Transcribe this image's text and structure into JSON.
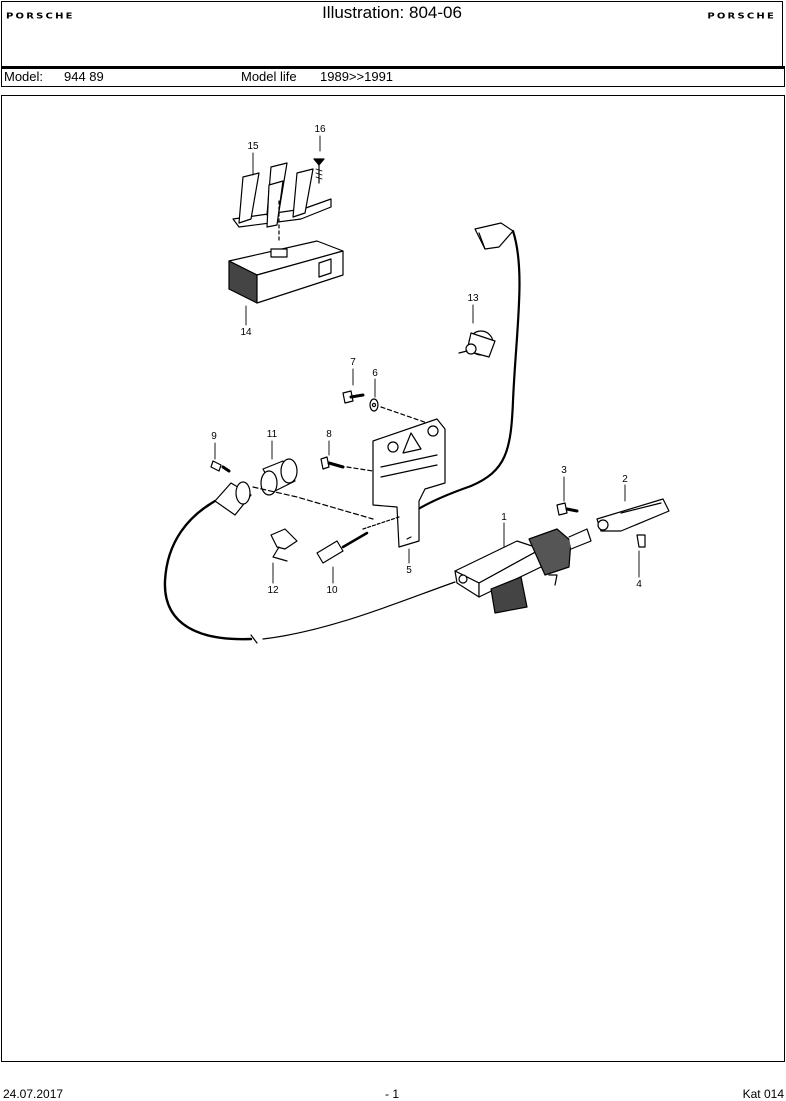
{
  "header": {
    "logo_left": "PORSCHE",
    "logo_right": "PORSCHE",
    "title": "Illustration: 804-06"
  },
  "model_row": {
    "model_label": "Model:",
    "model_value": "944 89",
    "life_label": "Model life",
    "life_value": "1989>>1991"
  },
  "callouts": {
    "c1": "1",
    "c2": "2",
    "c3": "3",
    "c4": "4",
    "c5": "5",
    "c6": "6",
    "c7": "7",
    "c8": "8",
    "c9": "9",
    "c10": "10",
    "c11": "11",
    "c12": "12",
    "c13": "13",
    "c14": "14",
    "c15": "15",
    "c16": "16"
  },
  "footer": {
    "date": "24.07.2017",
    "page": "- 1",
    "catalog": "Kat 014"
  }
}
